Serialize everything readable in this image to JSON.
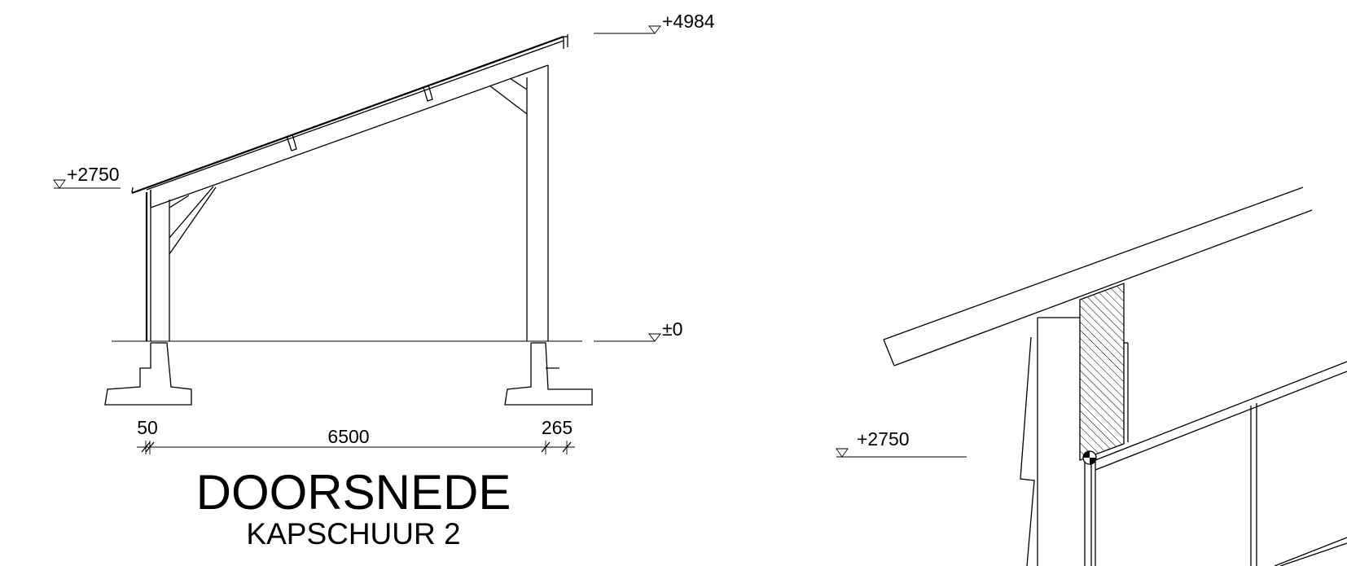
{
  "section": {
    "levels": {
      "top": "+4984",
      "eave": "+2750",
      "ground": "±0"
    },
    "dimensions": {
      "left": "50",
      "span": "6500",
      "right": "265"
    },
    "title": "DOORSNEDE",
    "subtitle": "KAPSCHUUR 2"
  },
  "detail": {
    "levels": {
      "eave": "+2750"
    }
  }
}
